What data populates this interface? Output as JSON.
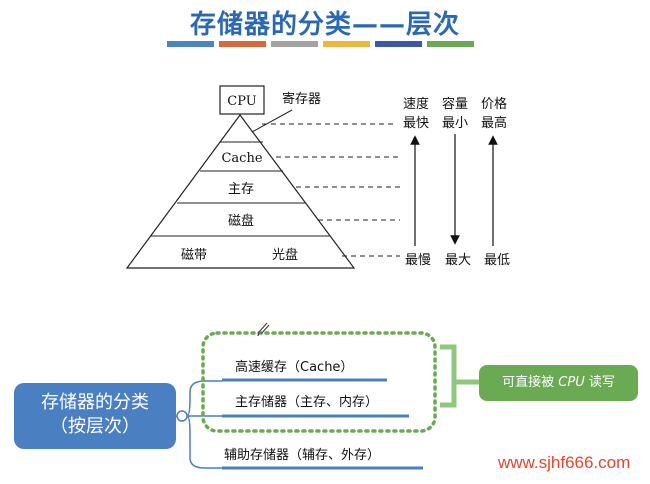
{
  "title": "存储器的分类——层次",
  "stripe_colors": [
    "#4a86c2",
    "#d8683c",
    "#a3a3a3",
    "#e8b93a",
    "#3a58a6",
    "#6aaa53"
  ],
  "pyramid": {
    "top": "CPU",
    "register_label": "寄存器",
    "levels": [
      "Cache",
      "主存",
      "磁盘"
    ],
    "bottom_left": "磁带",
    "bottom_right": "光盘"
  },
  "columns": {
    "speed": {
      "header": "速度",
      "top": "最快",
      "bottom": "最慢"
    },
    "capacity": {
      "header": "容量",
      "top": "最小",
      "bottom": "最大"
    },
    "price": {
      "header": "价格",
      "top": "最高",
      "bottom": "最低"
    }
  },
  "mindmap": {
    "root_line1": "存储器的分类",
    "root_line2": "（按层次）",
    "branches": [
      "高速缓存（Cache）",
      "主存储器（主存、内存）",
      "辅助存储器（辅存、外存）"
    ],
    "cpu_note_prefix": "可直接被 ",
    "cpu_note_italic": "CPU",
    "cpu_note_suffix": " 读写"
  },
  "watermark": "www.sjhf666.com"
}
